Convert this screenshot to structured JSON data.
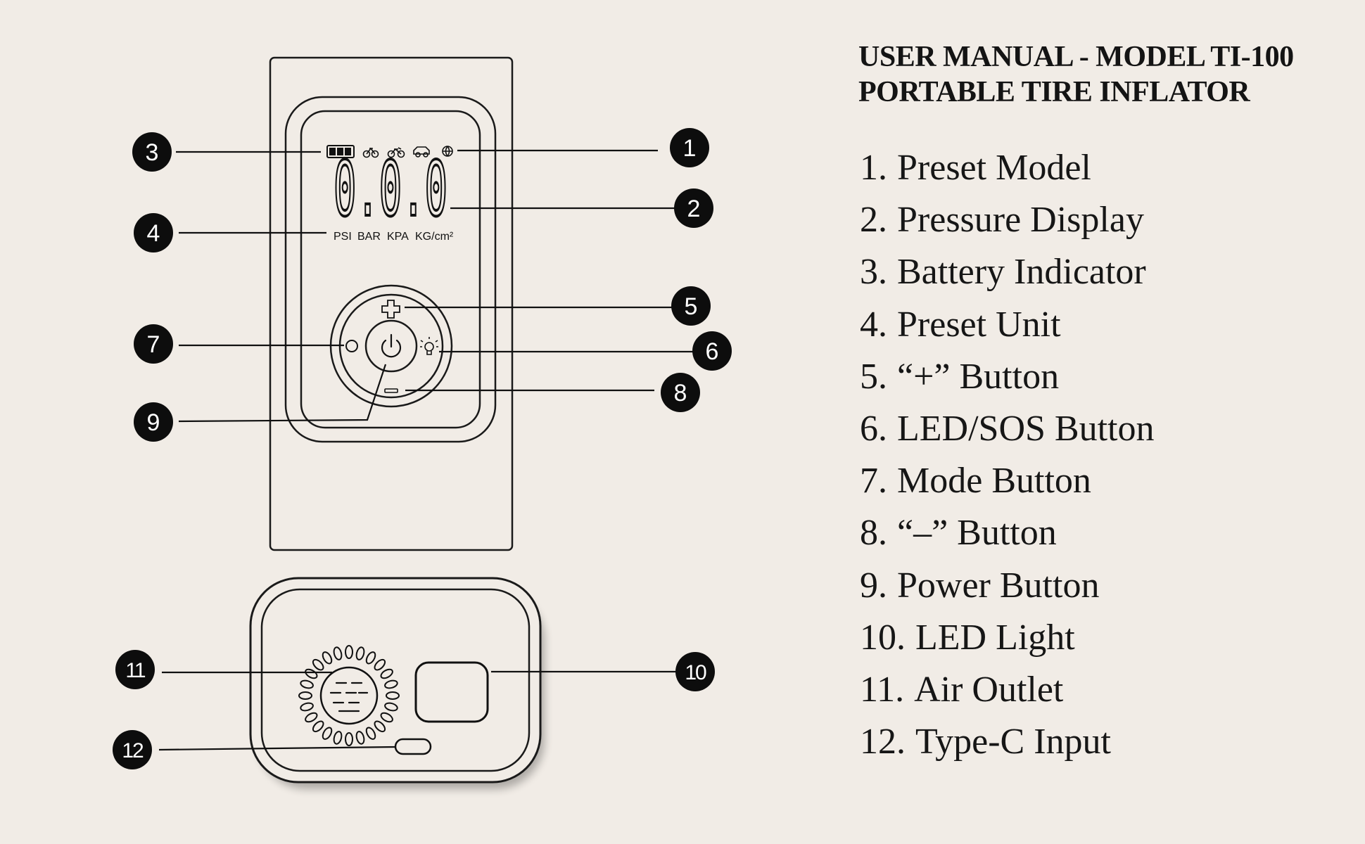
{
  "title": {
    "line1": "USER MANUAL - MODEL TI-100",
    "line2": "PORTABLE TIRE INFLATOR"
  },
  "legend": [
    {
      "num": "1.",
      "label": "Preset Model"
    },
    {
      "num": "2.",
      "label": "Pressure Display"
    },
    {
      "num": "3.",
      "label": "Battery Indicator"
    },
    {
      "num": "4.",
      "label": "Preset Unit"
    },
    {
      "num": "5.",
      "label": "“+” Button"
    },
    {
      "num": "6.",
      "label": "LED/SOS Button"
    },
    {
      "num": "7.",
      "label": "Mode Button"
    },
    {
      "num": "8.",
      "label": "“–” Button"
    },
    {
      "num": "9.",
      "label": "Power Button"
    },
    {
      "num": "10.",
      "label": "LED Light"
    },
    {
      "num": "11.",
      "label": "Air Outlet"
    },
    {
      "num": "12.",
      "label": "Type-C Input"
    }
  ],
  "display": {
    "reading": "0.0.0",
    "units": [
      "PSI",
      "BAR",
      "KPA",
      "KG/cm²"
    ]
  },
  "callouts": [
    "1",
    "2",
    "3",
    "4",
    "5",
    "6",
    "7",
    "8",
    "9",
    "10",
    "11",
    "12"
  ],
  "icons": [
    "battery-icon",
    "bicycle-icon",
    "motorcycle-icon",
    "car-icon",
    "ball-icon",
    "plus-icon",
    "minus-icon",
    "power-icon",
    "bulb-icon",
    "mode-icon"
  ],
  "colors": {
    "background": "#f1ece6",
    "ink": "#141414",
    "callout_fill": "#0d0d0d",
    "callout_text": "#ffffff"
  }
}
